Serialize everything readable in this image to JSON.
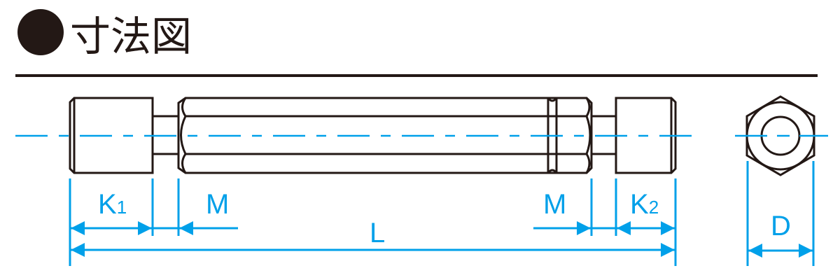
{
  "header": {
    "title": "寸法図",
    "bullet_icon": "filled-circle"
  },
  "drawing": {
    "labels": {
      "k1": "K",
      "k1_sub": "1",
      "m_left": "M",
      "l": "L",
      "m_right": "M",
      "k2": "K",
      "k2_sub": "2",
      "d": "D"
    },
    "colors": {
      "dimension": "#00a0e9",
      "outline": "#231815"
    }
  }
}
